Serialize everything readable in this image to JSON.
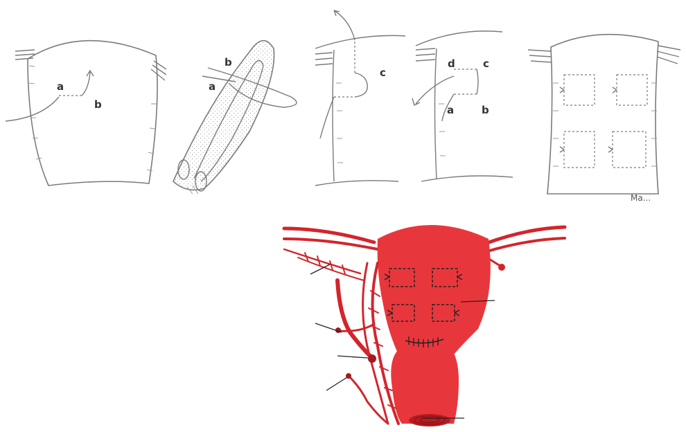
{
  "figure": {
    "panel1": {
      "label_a": "a",
      "label_b": "b"
    },
    "panel2": {
      "label_a": "a",
      "label_b": "b"
    },
    "panel3": {
      "label_c": "c"
    },
    "panel4": {
      "label_a": "a",
      "label_b": "b",
      "label_c": "c",
      "label_d": "d"
    },
    "panel5": {
      "signature": "Ma..."
    }
  },
  "colors": {
    "uterus": "#e8373c",
    "vessel": "#d3252c",
    "outline": "#7a7a7a"
  }
}
